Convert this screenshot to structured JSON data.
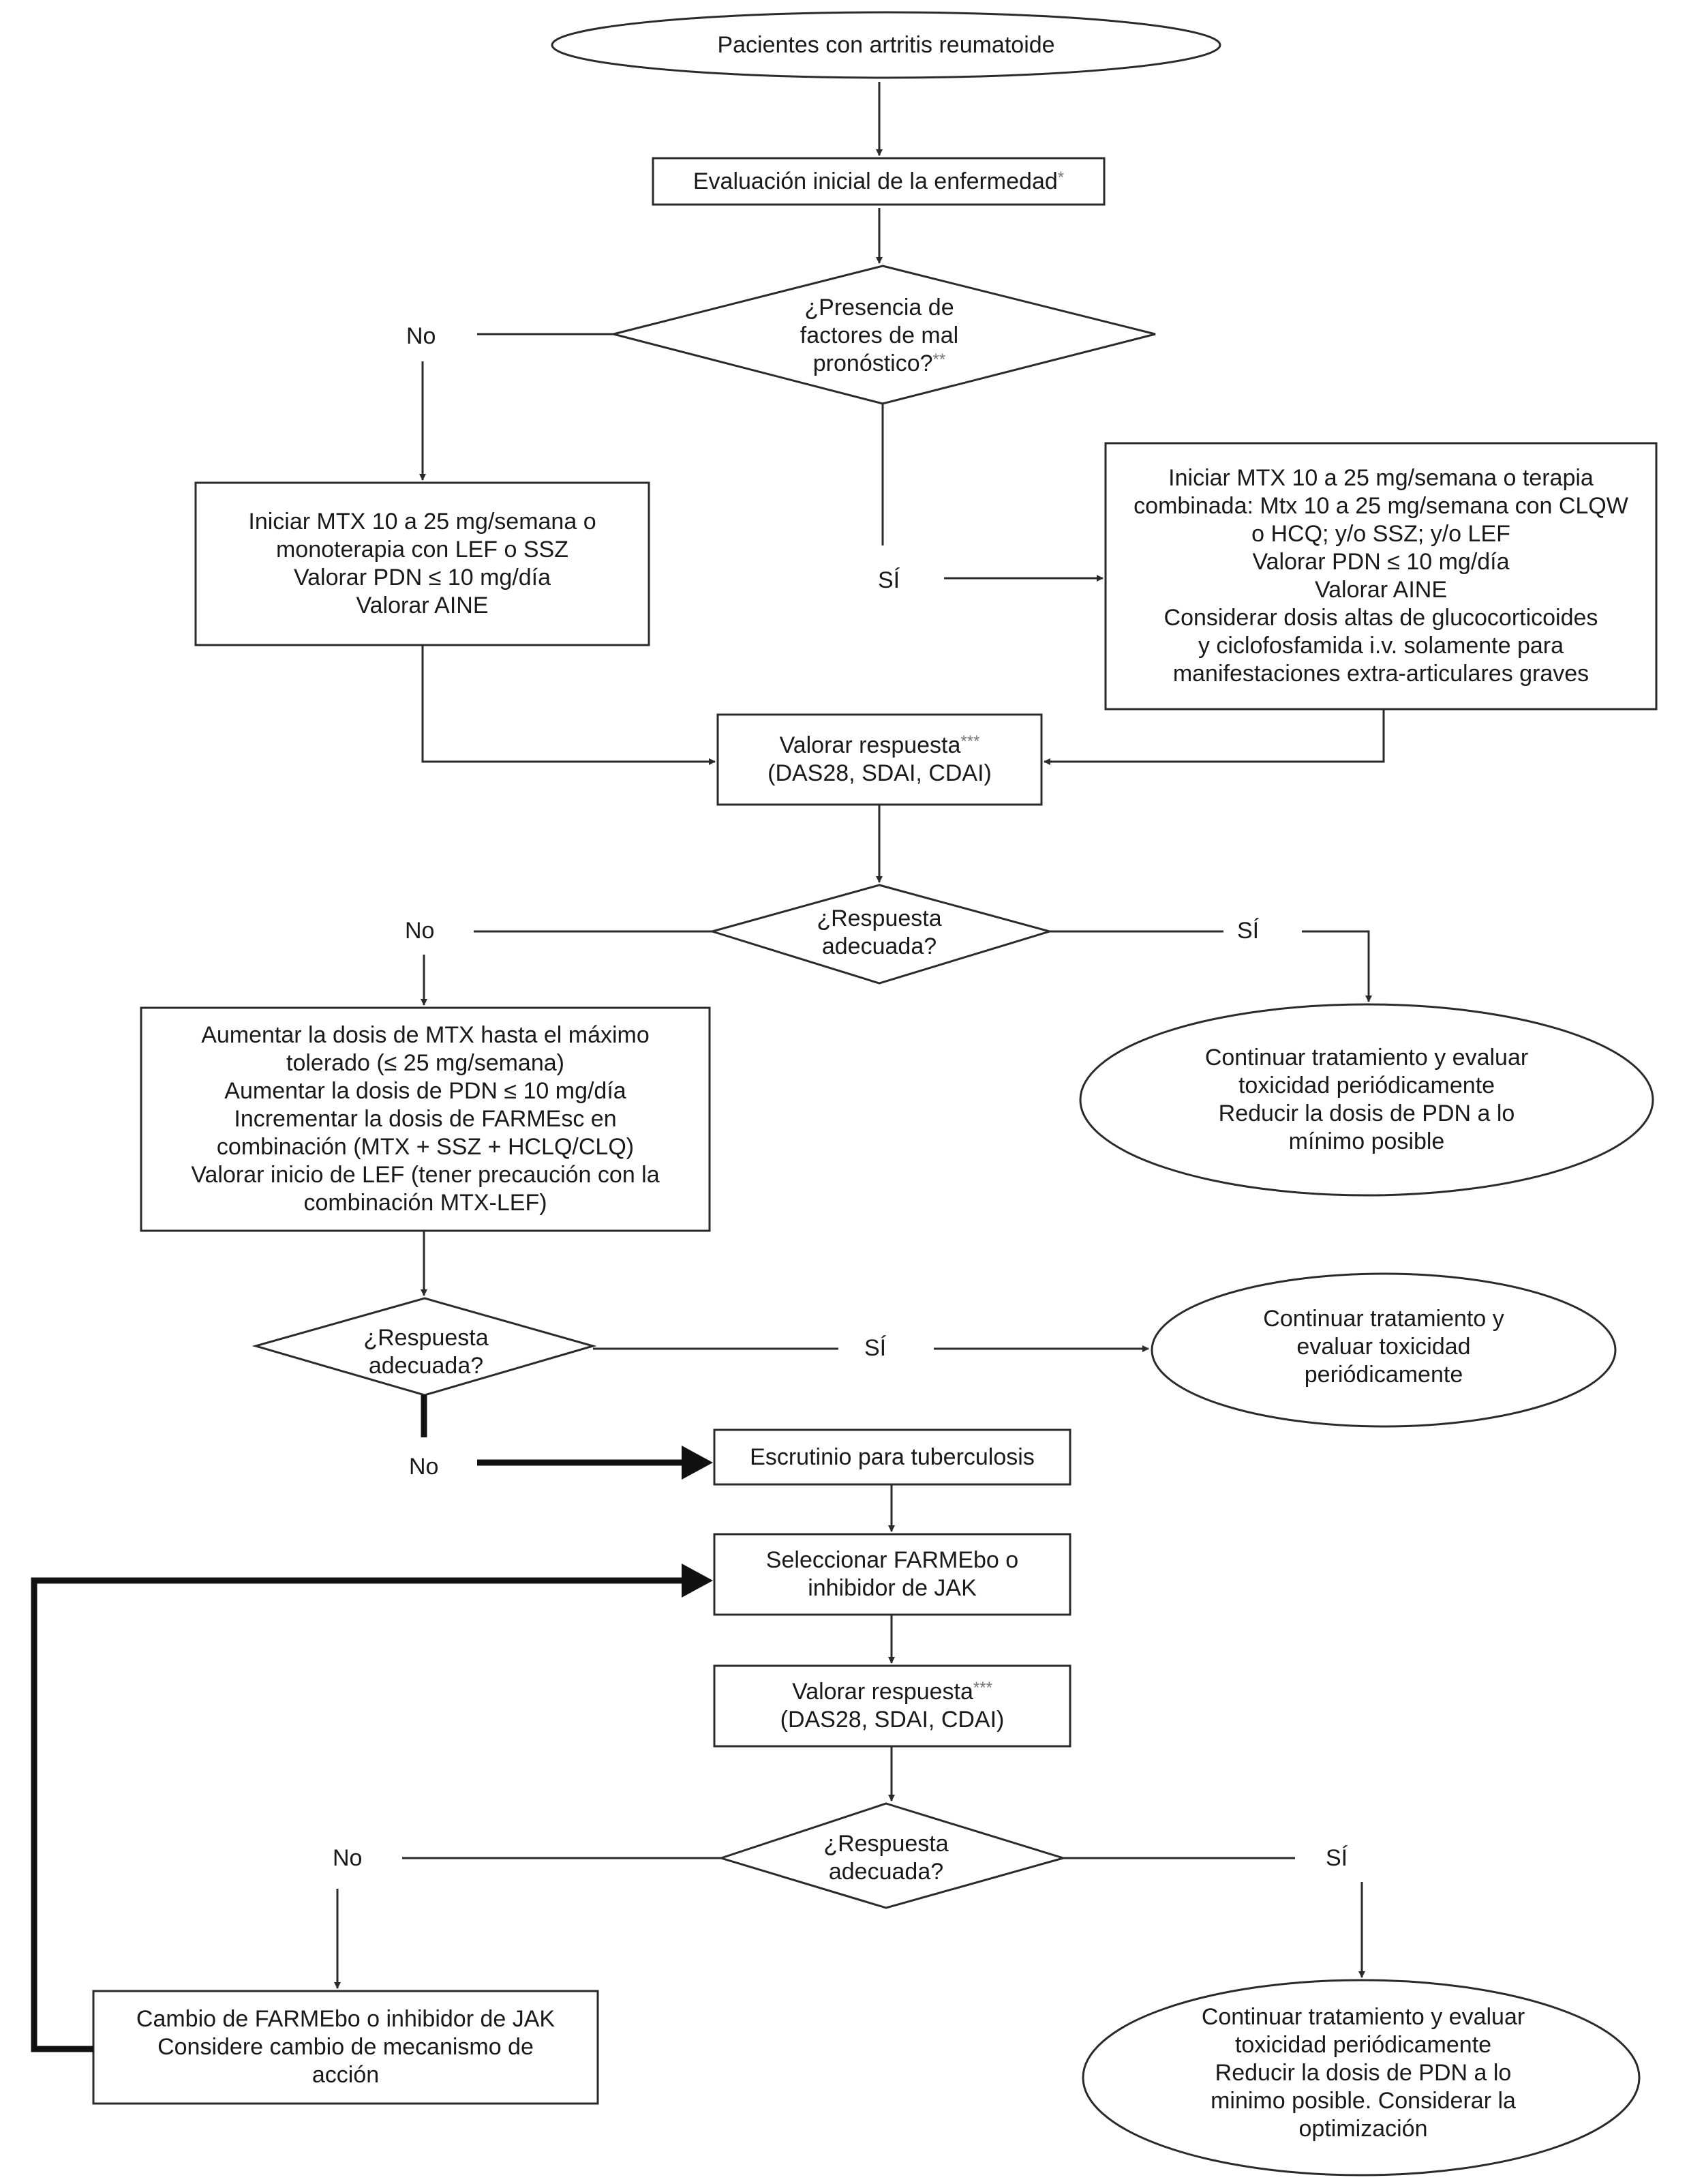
{
  "nodes": {
    "start": "Pacientes con artritis reumatoide",
    "eval": {
      "text": "Evaluación inicial de la enfermedad",
      "mark": "*"
    },
    "d1": {
      "lines": [
        "¿Presencia de",
        "factores de mal",
        "pronóstico?"
      ],
      "mark": "**"
    },
    "left_tx": [
      "Iniciar MTX 10 a 25 mg/semana o",
      "monoterapia con LEF o SSZ",
      "Valorar PDN ≤ 10 mg/día",
      "Valorar AINE"
    ],
    "right_tx": [
      "Iniciar MTX 10 a 25 mg/semana o terapia",
      "combinada: Mtx 10 a 25 mg/semana con CLQW",
      "o HCQ; y/o SSZ; y/o LEF",
      "Valorar PDN ≤ 10 mg/día",
      "Valorar AINE",
      "Considerar dosis altas de glucocorticoides",
      "y ciclofosfamida i.v. solamente para",
      "manifestaciones extra-articulares graves"
    ],
    "resp1": {
      "lines": [
        "Valorar respuesta",
        "(DAS28, SDAI, CDAI)"
      ],
      "mark": "***"
    },
    "d2": [
      "¿Respuesta",
      "adecuada?"
    ],
    "cont1": [
      "Continuar tratamiento y evaluar",
      "toxicidad periódicamente",
      "Reducir la dosis de PDN a lo",
      "mínimo posible"
    ],
    "increase": [
      "Aumentar la dosis de MTX hasta el máximo",
      "tolerado (≤ 25 mg/semana)",
      "Aumentar la dosis de PDN ≤ 10 mg/día",
      "Incrementar la dosis de FARMEsc en",
      "combinación (MTX + SSZ + HCLQ/CLQ)",
      "Valorar inicio de LEF (tener precaución con la",
      "combinación MTX-LEF)"
    ],
    "d3": [
      "¿Respuesta",
      "adecuada?"
    ],
    "cont2": [
      "Continuar tratamiento y",
      "evaluar toxicidad",
      "periódicamente"
    ],
    "tb": "Escrutinio para tuberculosis",
    "select": [
      "Seleccionar FARMEbo o",
      "inhibidor de JAK"
    ],
    "resp2": {
      "lines": [
        "Valorar respuesta",
        "(DAS28, SDAI, CDAI)"
      ],
      "mark": "***"
    },
    "d4": [
      "¿Respuesta",
      "adecuada?"
    ],
    "change": [
      "Cambio de FARMEbo o inhibidor de JAK",
      "Considere cambio de mecanismo de",
      "acción"
    ],
    "cont3": [
      "Continuar tratamiento y evaluar",
      "toxicidad periódicamente",
      "Reducir la dosis de PDN a lo",
      "minimo posible. Considerar la",
      "optimización"
    ]
  },
  "edge_labels": {
    "d1_no": "No",
    "d1_si": "SÍ",
    "d2_no": "No",
    "d2_si": "SÍ",
    "d3_no": "No",
    "d3_si": "SÍ",
    "d4_no": "No",
    "d4_si": "SÍ"
  }
}
